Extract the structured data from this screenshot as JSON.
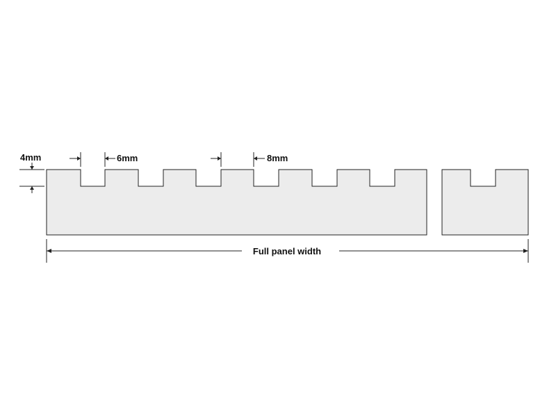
{
  "labels": {
    "depth": "4mm",
    "notch_width": "6mm",
    "tooth_spacing": "8mm",
    "full_width": "Full panel width"
  },
  "colors": {
    "panel_fill": "#ececec",
    "stroke": "#222222",
    "text": "#111111"
  }
}
